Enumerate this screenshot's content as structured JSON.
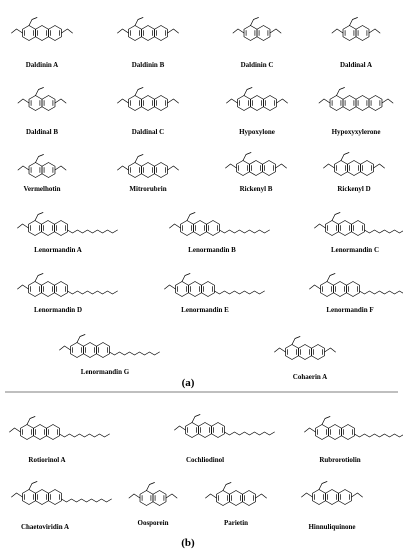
{
  "panels": [
    {
      "tag": "(a)",
      "compounds": [
        {
          "name": "Daldinin A",
          "ring_count": 3
        },
        {
          "name": "Daldinin B",
          "ring_count": 3
        },
        {
          "name": "Daldinin C",
          "ring_count": 2
        },
        {
          "name": "Daldinal A",
          "ring_count": 2
        },
        {
          "name": "Daldinal B",
          "ring_count": 2
        },
        {
          "name": "Daldinal C",
          "ring_count": 3
        },
        {
          "name": "Hypoxylone",
          "ring_count": 3
        },
        {
          "name": "Hypoxyxylerone",
          "ring_count": 4
        },
        {
          "name": "Vermelhotin",
          "ring_count": 2
        },
        {
          "name": "Mitrorubrin",
          "ring_count": 3
        },
        {
          "name": "Rickenyl B",
          "ring_count": 3
        },
        {
          "name": "Rickenyl D",
          "ring_count": 3
        },
        {
          "name": "Lenormandin A",
          "ring_count": 3
        },
        {
          "name": "Lenormandin B",
          "ring_count": 3
        },
        {
          "name": "Lenormandin C",
          "ring_count": 3
        },
        {
          "name": "Lenormandin D",
          "ring_count": 3
        },
        {
          "name": "Lenormandin E",
          "ring_count": 3
        },
        {
          "name": "Lenormandin F",
          "ring_count": 3
        },
        {
          "name": "Lenormandin G",
          "ring_count": 3
        },
        {
          "name": "Cohaerin A",
          "ring_count": 3
        }
      ]
    },
    {
      "tag": "(b)",
      "compounds": [
        {
          "name": "Rotiorinol A",
          "ring_count": 3
        },
        {
          "name": "Cochliodinol",
          "ring_count": 3
        },
        {
          "name": "Rubrorotiolin",
          "ring_count": 3
        },
        {
          "name": "Chaetoviridin  A",
          "ring_count": 3
        },
        {
          "name": "Oosporein",
          "ring_count": 2
        },
        {
          "name": "Parietin",
          "ring_count": 3
        },
        {
          "name": "Hinnuliquinone",
          "ring_count": 3
        }
      ]
    }
  ]
}
